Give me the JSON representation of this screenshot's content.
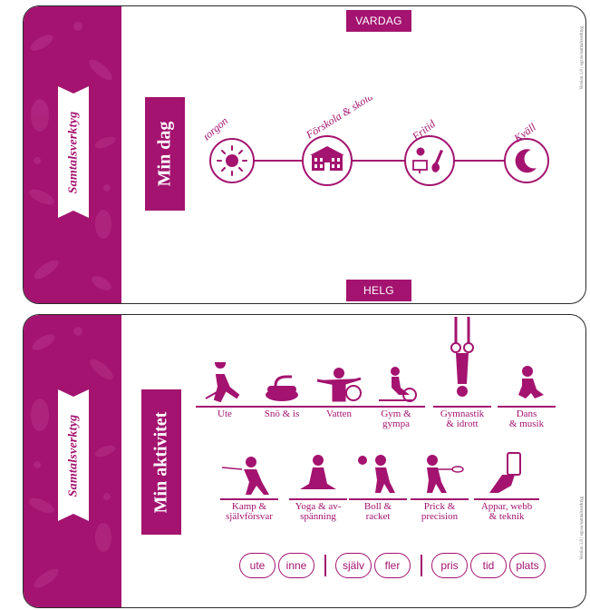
{
  "colors": {
    "accent": "#a3136f",
    "border": "#2a2a2a"
  },
  "card1": {
    "ribbon": "Samtalsverktyg",
    "title": "Min dag",
    "tag_top": "VARDAG",
    "tag_bottom": "HELG",
    "version": "Version 1.0 | vgr.se/samtalsverktyg",
    "stages": [
      {
        "label": "Morgon",
        "icon": "sun-icon"
      },
      {
        "label": "Förskola & skola",
        "icon": "school-building-icon"
      },
      {
        "label": "Fritid",
        "icon": "leisure-icon"
      },
      {
        "label": "Kväll",
        "icon": "moon-stars-icon"
      }
    ]
  },
  "card2": {
    "ribbon": "Samtalsverktyg",
    "title": "Min aktivitet",
    "version": "Version 1.0 | vgr.se/samtalsverktyg",
    "activities_row1": [
      {
        "l1": "Ute",
        "l2": ""
      },
      {
        "l1": "Snö & is",
        "l2": ""
      },
      {
        "l1": "Vatten",
        "l2": ""
      },
      {
        "l1": "Gym &",
        "l2": "gympa"
      },
      {
        "l1": "Gymnastik",
        "l2": "& idrott"
      },
      {
        "l1": "Dans",
        "l2": "& musik"
      }
    ],
    "activities_row2": [
      {
        "l1": "Kamp &",
        "l2": "självförsvar"
      },
      {
        "l1": "Yoga & av-",
        "l2": "spänning"
      },
      {
        "l1": "Boll &",
        "l2": "racket"
      },
      {
        "l1": "Prick &",
        "l2": "precision"
      },
      {
        "l1": "Appar, webb",
        "l2": "& teknik"
      }
    ],
    "tokens_group1": [
      "ute",
      "inne"
    ],
    "tokens_group2": [
      "själv",
      "fler"
    ],
    "tokens_group3": [
      "pris",
      "tid",
      "plats"
    ]
  }
}
